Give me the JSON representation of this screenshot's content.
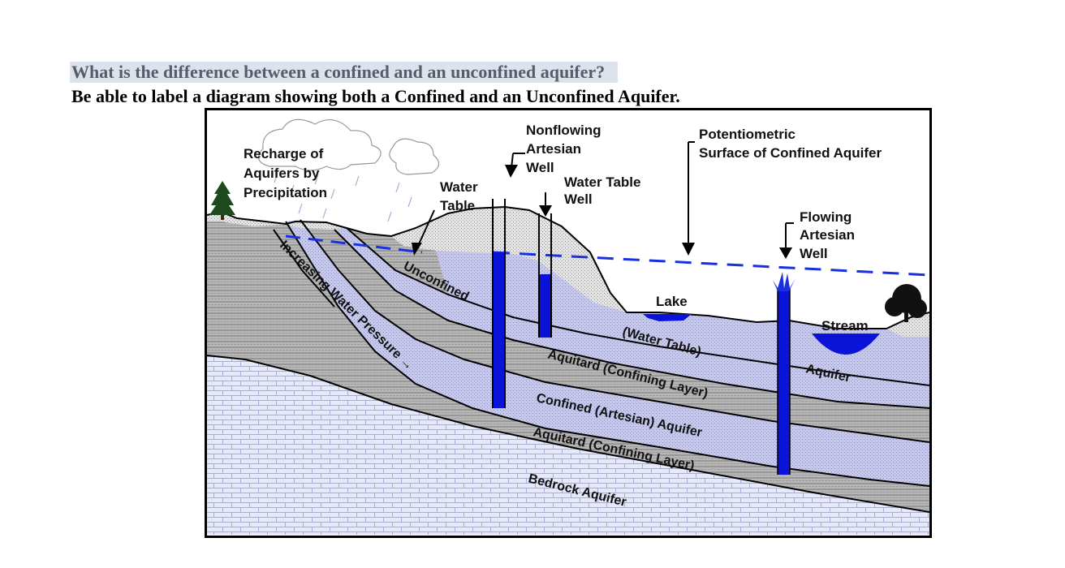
{
  "question": "What is the difference between a confined and an unconfined aquifer?",
  "instruction": "Be able to label a diagram showing both a Confined and an Unconfined Aquifer.",
  "diagram": {
    "recharge": [
      "Recharge of",
      "Aquifers by",
      "Precipitation"
    ],
    "water_table_callout": [
      "Water",
      "Table"
    ],
    "nonflowing_well": [
      "Nonflowing",
      "Artesian",
      "Well"
    ],
    "water_table_well": [
      "Water Table",
      "Well"
    ],
    "potentiometric": [
      "Potentiometric",
      "Surface of Confined Aquifer"
    ],
    "flowing_well": [
      "Flowing",
      "Artesian",
      "Well"
    ],
    "lake": "Lake",
    "stream": "Stream",
    "unconfined": "Unconfined",
    "increasing_pressure": "Increasing Water Pressure →",
    "water_table_label": "(Water Table)",
    "aquitard_upper": "Aquitard (Confining Layer)",
    "confined_aquifer": "Confined (Artesian) Aquifer",
    "aquitard_lower": "Aquitard (Confining Layer)",
    "bedrock": "Bedrock Aquifer",
    "aquifer": "Aquifer",
    "colors": {
      "water": "#0a14d8",
      "aquifer_fill": "#c6c8ee",
      "bedrock_fill": "#e6e8fb",
      "aquitard_fill": "#b9b9b9",
      "soil_fill": "#e4e4e4"
    }
  }
}
